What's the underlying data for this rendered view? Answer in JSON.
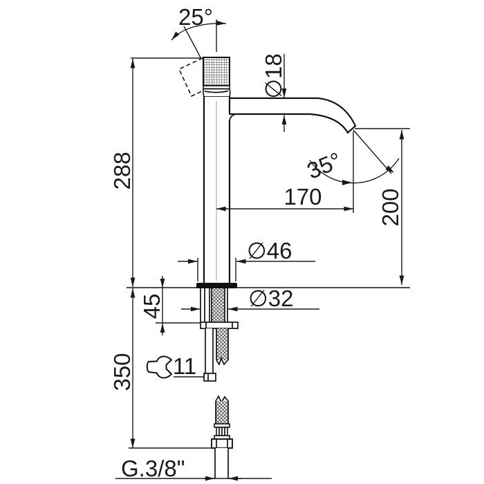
{
  "drawing": {
    "type": "technical-dimension-drawing",
    "subject": "single-hole basin mixer tap, side view with installation dimensions",
    "colors": {
      "line": "#1a1a1a",
      "background": "#ffffff",
      "centerline": "#999999"
    },
    "dims": {
      "handle_tilt_angle": "25°",
      "spout_tube_diameter": "∅18",
      "body_height": "288",
      "spout_reach": "170",
      "spout_outlet_height": "200",
      "outlet_angle": "35°",
      "base_diameter": "∅46",
      "shank_diameter": "∅32",
      "max_deck_thickness": "45",
      "hose_length": "350",
      "wrench_size": "11",
      "thread_size": "G.3/8\""
    }
  }
}
